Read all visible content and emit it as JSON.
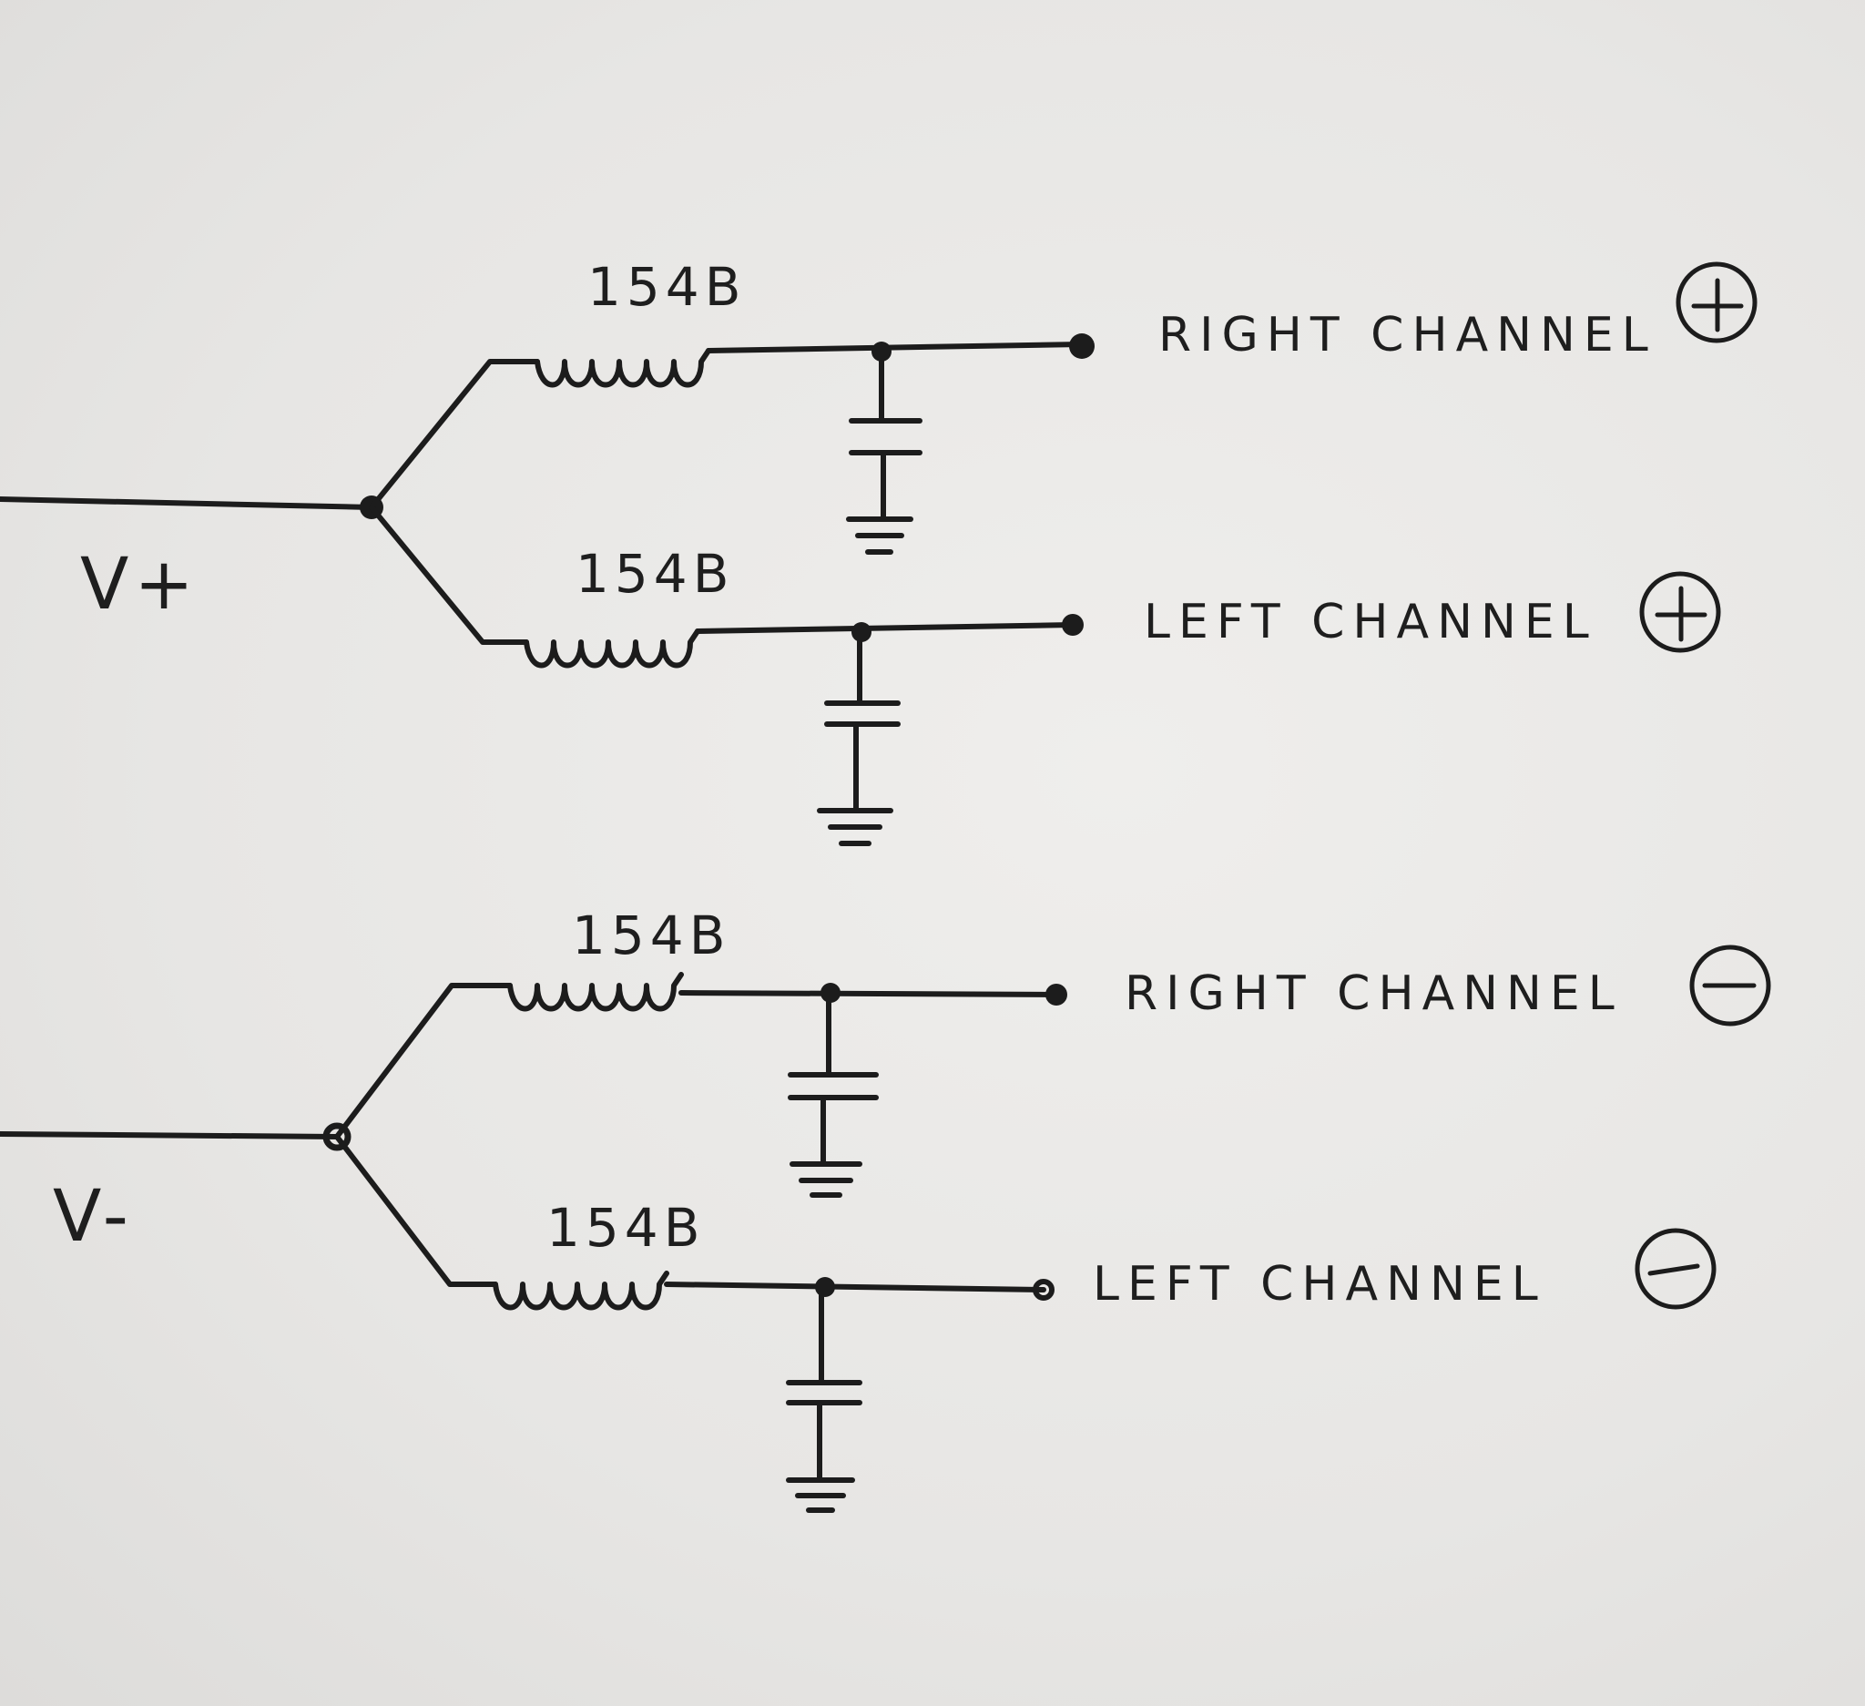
{
  "rails": {
    "positive": {
      "label": "V+"
    },
    "negative": {
      "label": "V-"
    }
  },
  "filters": [
    {
      "inductor_label": "154B",
      "output_label": "RIGHT CHANNEL",
      "polarity": "+"
    },
    {
      "inductor_label": "154B",
      "output_label": "LEFT CHANNEL",
      "polarity": "+"
    },
    {
      "inductor_label": "154B",
      "output_label": "RIGHT CHANNEL",
      "polarity": "-"
    },
    {
      "inductor_label": "154B",
      "output_label": "LEFT CHANNEL",
      "polarity": "-"
    }
  ],
  "colors": {
    "ink": "#1c1c1c",
    "paper": "#e9e8e6"
  },
  "icons": [
    "inductor-coil-icon",
    "capacitor-icon",
    "ground-icon",
    "terminal-dot-icon",
    "plus-circle-icon",
    "minus-circle-icon"
  ]
}
